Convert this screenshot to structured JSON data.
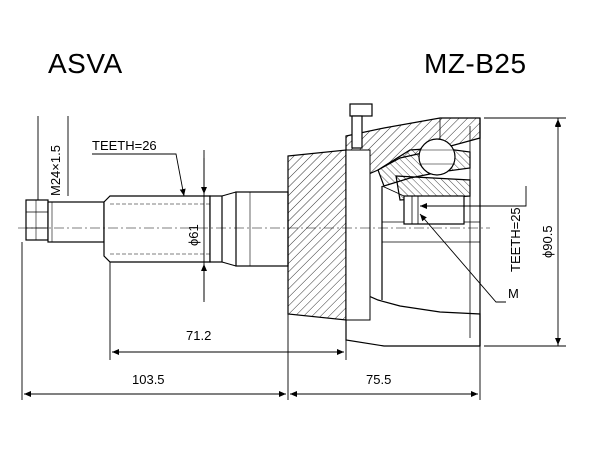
{
  "header": {
    "brand": "ASVA",
    "part_number": "MZ-B25"
  },
  "labels": {
    "thread": "M24×1.5",
    "teeth_outer": "TEETH=26",
    "shaft_dia": "ϕ61",
    "teeth_inner": "TEETH=25",
    "outer_dia": "ϕ90.5",
    "m_label": "M"
  },
  "dimensions": {
    "dim_71_2": "71.2",
    "dim_103_5": "103.5",
    "dim_75_5": "75.5"
  }
}
